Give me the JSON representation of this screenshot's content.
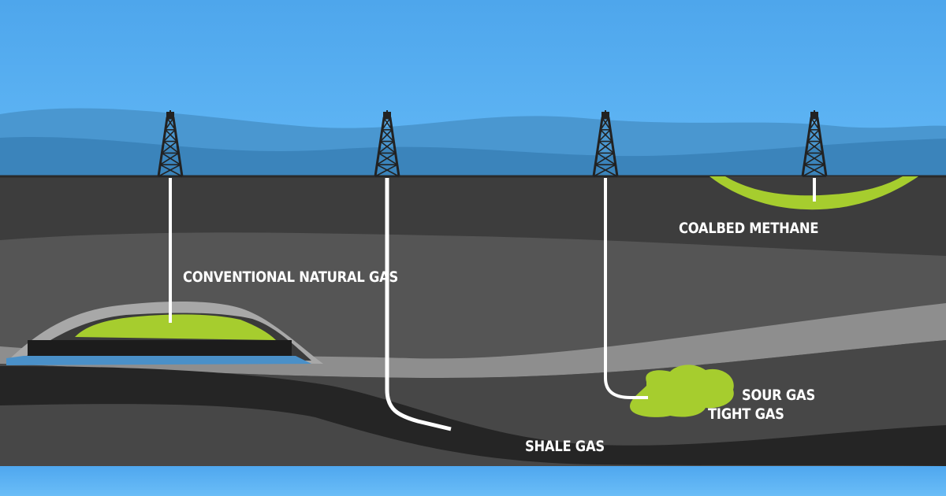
{
  "labels": {
    "conventional": "CONVENTIONAL NATURAL GAS",
    "coalbed": "COALBED METHANE",
    "sour": "SOUR GAS",
    "tight": "TIGHT GAS",
    "shale": "SHALE GAS"
  },
  "icons": {
    "derrick": "oil-derrick-icon"
  },
  "colors": {
    "sky": "#5fb3f4",
    "hills_light": "#4d9bd2",
    "hills_dark": "#3a82b8",
    "rock_dark": "#3e3e3e",
    "rock_mid": "#555555",
    "rock_band": "#9a9a9a",
    "shale_band": "#262626",
    "gas": "#a6cd2e",
    "water": "#4a90c8",
    "well": "#ffffff"
  }
}
